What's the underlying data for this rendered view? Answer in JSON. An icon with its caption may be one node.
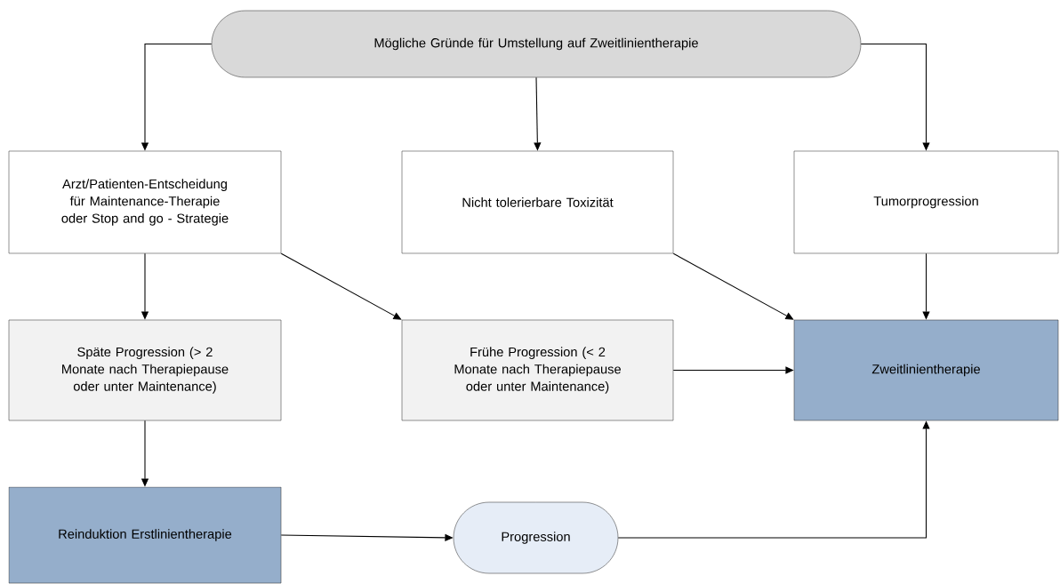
{
  "diagram": {
    "nodes": [
      {
        "text": [
          "Mögliche Gründe für Umstellung auf Zweitlinientherapie"
        ]
      },
      {
        "text": [
          "Arzt/Patienten-Entscheidung für Maintenance-Therapie oder Stop and go - Strategie"
        ]
      },
      {
        "text": [
          "Nicht tolerierbare Toxizität"
        ]
      },
      {
        "text": [
          "Tumorprogression"
        ]
      },
      {
        "text": [
          "Späte Progression (> 2 Monate nach Therapiepause oder unter Maintenance)"
        ]
      },
      {
        "text": [
          "Frühe Progression (< 2 Monate nach Therapiepause oder unter Maintenance)"
        ]
      },
      {
        "text": [
          "Zweitlinientherapie"
        ]
      },
      {
        "text": [
          "Reinduktion Erstlinientherapie"
        ]
      },
      {
        "text": [
          "Progression"
        ]
      }
    ],
    "edges": [
      {
        "from": 0,
        "to": 1,
        "arrow": "to"
      },
      {
        "from": 0,
        "to": 2,
        "arrow": "to"
      },
      {
        "from": 0,
        "to": 3,
        "arrow": "to"
      },
      {
        "from": 1,
        "to": 4,
        "arrow": "to"
      },
      {
        "from": 1,
        "to": 5,
        "arrow": "to"
      },
      {
        "from": 2,
        "to": 6,
        "arrow": "to"
      },
      {
        "from": 3,
        "to": 6,
        "arrow": "to"
      },
      {
        "from": 5,
        "to": 6,
        "arrow": "to"
      },
      {
        "from": 4,
        "to": 7,
        "arrow": "to"
      },
      {
        "from": 7,
        "to": 8,
        "arrow": "to"
      },
      {
        "from": 8,
        "to": 6,
        "arrow": "to"
      }
    ]
  }
}
